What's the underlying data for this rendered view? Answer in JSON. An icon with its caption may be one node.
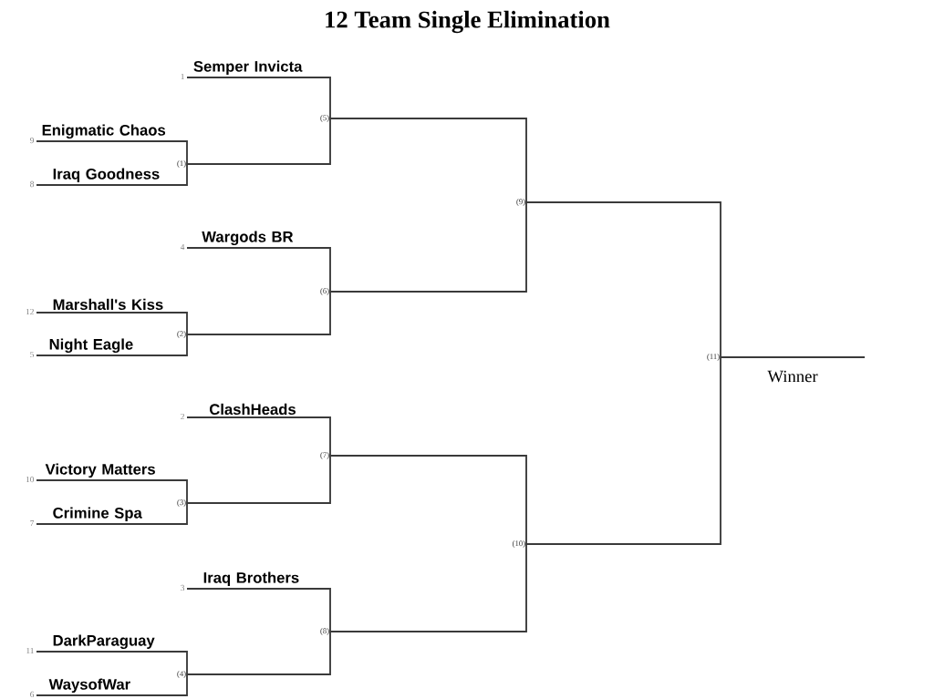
{
  "diagram": {
    "title": "12 Team Single Elimination",
    "nodes": [
      {
        "text": [
          "Semper Invicta"
        ],
        "beside": [
          "1"
        ]
      },
      {
        "text": [
          "Enigmatic Chaos"
        ],
        "beside": [
          "9"
        ]
      },
      {
        "text": [
          "Iraq Goodness"
        ],
        "beside": [
          "8"
        ]
      },
      {
        "text": [
          "Wargods BR"
        ],
        "beside": [
          "4"
        ]
      },
      {
        "text": [
          "Marshall's Kiss"
        ],
        "beside": [
          "12"
        ]
      },
      {
        "text": [
          "Night Eagle"
        ],
        "beside": [
          "5"
        ]
      },
      {
        "text": [
          "ClashHeads"
        ],
        "beside": [
          "2"
        ]
      },
      {
        "text": [
          "Victory Matters"
        ],
        "beside": [
          "10"
        ]
      },
      {
        "text": [
          "Crimine Spa"
        ],
        "beside": [
          "7"
        ]
      },
      {
        "text": [
          "Iraq Brothers"
        ],
        "beside": [
          "3"
        ]
      },
      {
        "text": [
          "DarkParaguay"
        ],
        "beside": [
          "11"
        ]
      },
      {
        "text": [
          "WaysofWar"
        ],
        "beside": [
          "6"
        ]
      },
      {
        "text": [
          "(1)"
        ]
      },
      {
        "text": [
          "(2)"
        ]
      },
      {
        "text": [
          "(3)"
        ]
      },
      {
        "text": [
          "(4)"
        ]
      },
      {
        "text": [
          "(5)"
        ]
      },
      {
        "text": [
          "(6)"
        ]
      },
      {
        "text": [
          "(7)"
        ]
      },
      {
        "text": [
          "(8)"
        ]
      },
      {
        "text": [
          "(9)"
        ]
      },
      {
        "text": [
          "(10)"
        ]
      },
      {
        "text": [
          "(11)"
        ]
      }
    ],
    "edges": [
      {
        "from": 0,
        "to": 16,
        "arrow": "none"
      },
      {
        "from": 1,
        "to": 12,
        "arrow": "none"
      },
      {
        "from": 2,
        "to": 12,
        "arrow": "none"
      },
      {
        "from": 12,
        "to": 16,
        "arrow": "none"
      },
      {
        "from": 3,
        "to": 17,
        "arrow": "none"
      },
      {
        "from": 4,
        "to": 13,
        "arrow": "none"
      },
      {
        "from": 5,
        "to": 13,
        "arrow": "none"
      },
      {
        "from": 13,
        "to": 17,
        "arrow": "none"
      },
      {
        "from": 6,
        "to": 18,
        "arrow": "none"
      },
      {
        "from": 7,
        "to": 14,
        "arrow": "none"
      },
      {
        "from": 8,
        "to": 14,
        "arrow": "none"
      },
      {
        "from": 14,
        "to": 18,
        "arrow": "none"
      },
      {
        "from": 9,
        "to": 19,
        "arrow": "none"
      },
      {
        "from": 10,
        "to": 15,
        "arrow": "none"
      },
      {
        "from": 11,
        "to": 15,
        "arrow": "none"
      },
      {
        "from": 15,
        "to": 19,
        "arrow": "none"
      },
      {
        "from": 16,
        "to": 20,
        "arrow": "none"
      },
      {
        "from": 17,
        "to": 20,
        "arrow": "none"
      },
      {
        "from": 18,
        "to": 21,
        "arrow": "none"
      },
      {
        "from": 19,
        "to": 21,
        "arrow": "none"
      },
      {
        "from": 20,
        "to": 22,
        "arrow": "none"
      },
      {
        "from": 21,
        "to": 22,
        "arrow": "none"
      },
      {
        "from": 22,
        "to": null,
        "arrow": "none"
      }
    ],
    "labels": [
      "Winner"
    ]
  }
}
